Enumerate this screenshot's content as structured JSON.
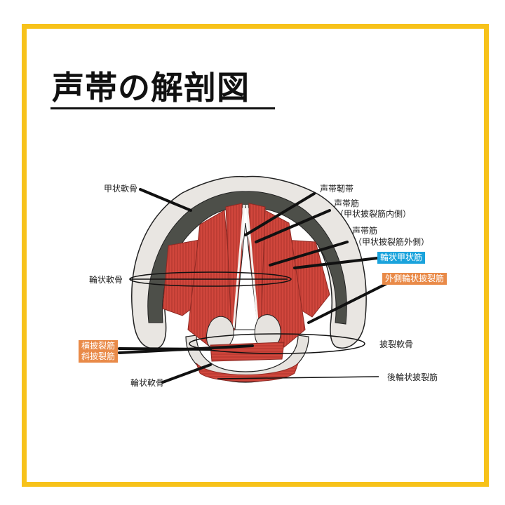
{
  "title": "声帯の解剖図",
  "colors": {
    "frame": "#f7c21a",
    "muscle": "#d0463c",
    "muscle_dark": "#a52f28",
    "cartilage": "#e6e3df",
    "dark_gray": "#4d4f49",
    "tag_orange": "#e98a48",
    "tag_blue": "#1aa3dc"
  },
  "labels": {
    "thyroid_cartilage": "甲状軟骨",
    "vocal_ligament": "声帯靭帯",
    "vocalis_muscle_1": "声帯筋",
    "vocalis_muscle_1_sub": "（甲状披裂筋内側）",
    "vocalis_muscle_2": "声帯筋",
    "vocalis_muscle_2_sub": "（甲状披裂筋外側）",
    "cricoid_cartilage_upper": "輪状軟骨",
    "arytenoid_cartilage": "披裂軟骨",
    "cricoid_cartilage_lower": "輪状軟骨",
    "posterior_cricoarytenoid": "後輪状披裂筋"
  },
  "tags": {
    "cricothyroid": "輪状甲状筋",
    "lateral_cricoarytenoid": "外側輪状披裂筋",
    "transverse_arytenoid": "横披裂筋",
    "oblique_arytenoid": "斜披裂筋"
  }
}
